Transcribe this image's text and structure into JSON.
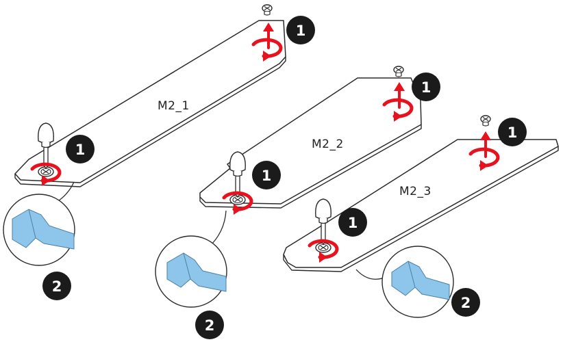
{
  "diagram": {
    "slots": [
      {
        "label": "M2_1"
      },
      {
        "label": "M2_2"
      },
      {
        "label": "M2_3"
      }
    ],
    "step_one": "1",
    "step_two": "2",
    "colors": {
      "arrow_red": "#e8121f",
      "badge": "#1b1b1b",
      "pad_blue": "#8ec5ea",
      "line": "#2a2a2a",
      "tool_white": "#ffffff"
    },
    "icons": [
      "screw-icon",
      "rotate-arrow-icon",
      "lift-arrow-icon",
      "screwdriver-icon",
      "thermal-pad-icon"
    ]
  }
}
